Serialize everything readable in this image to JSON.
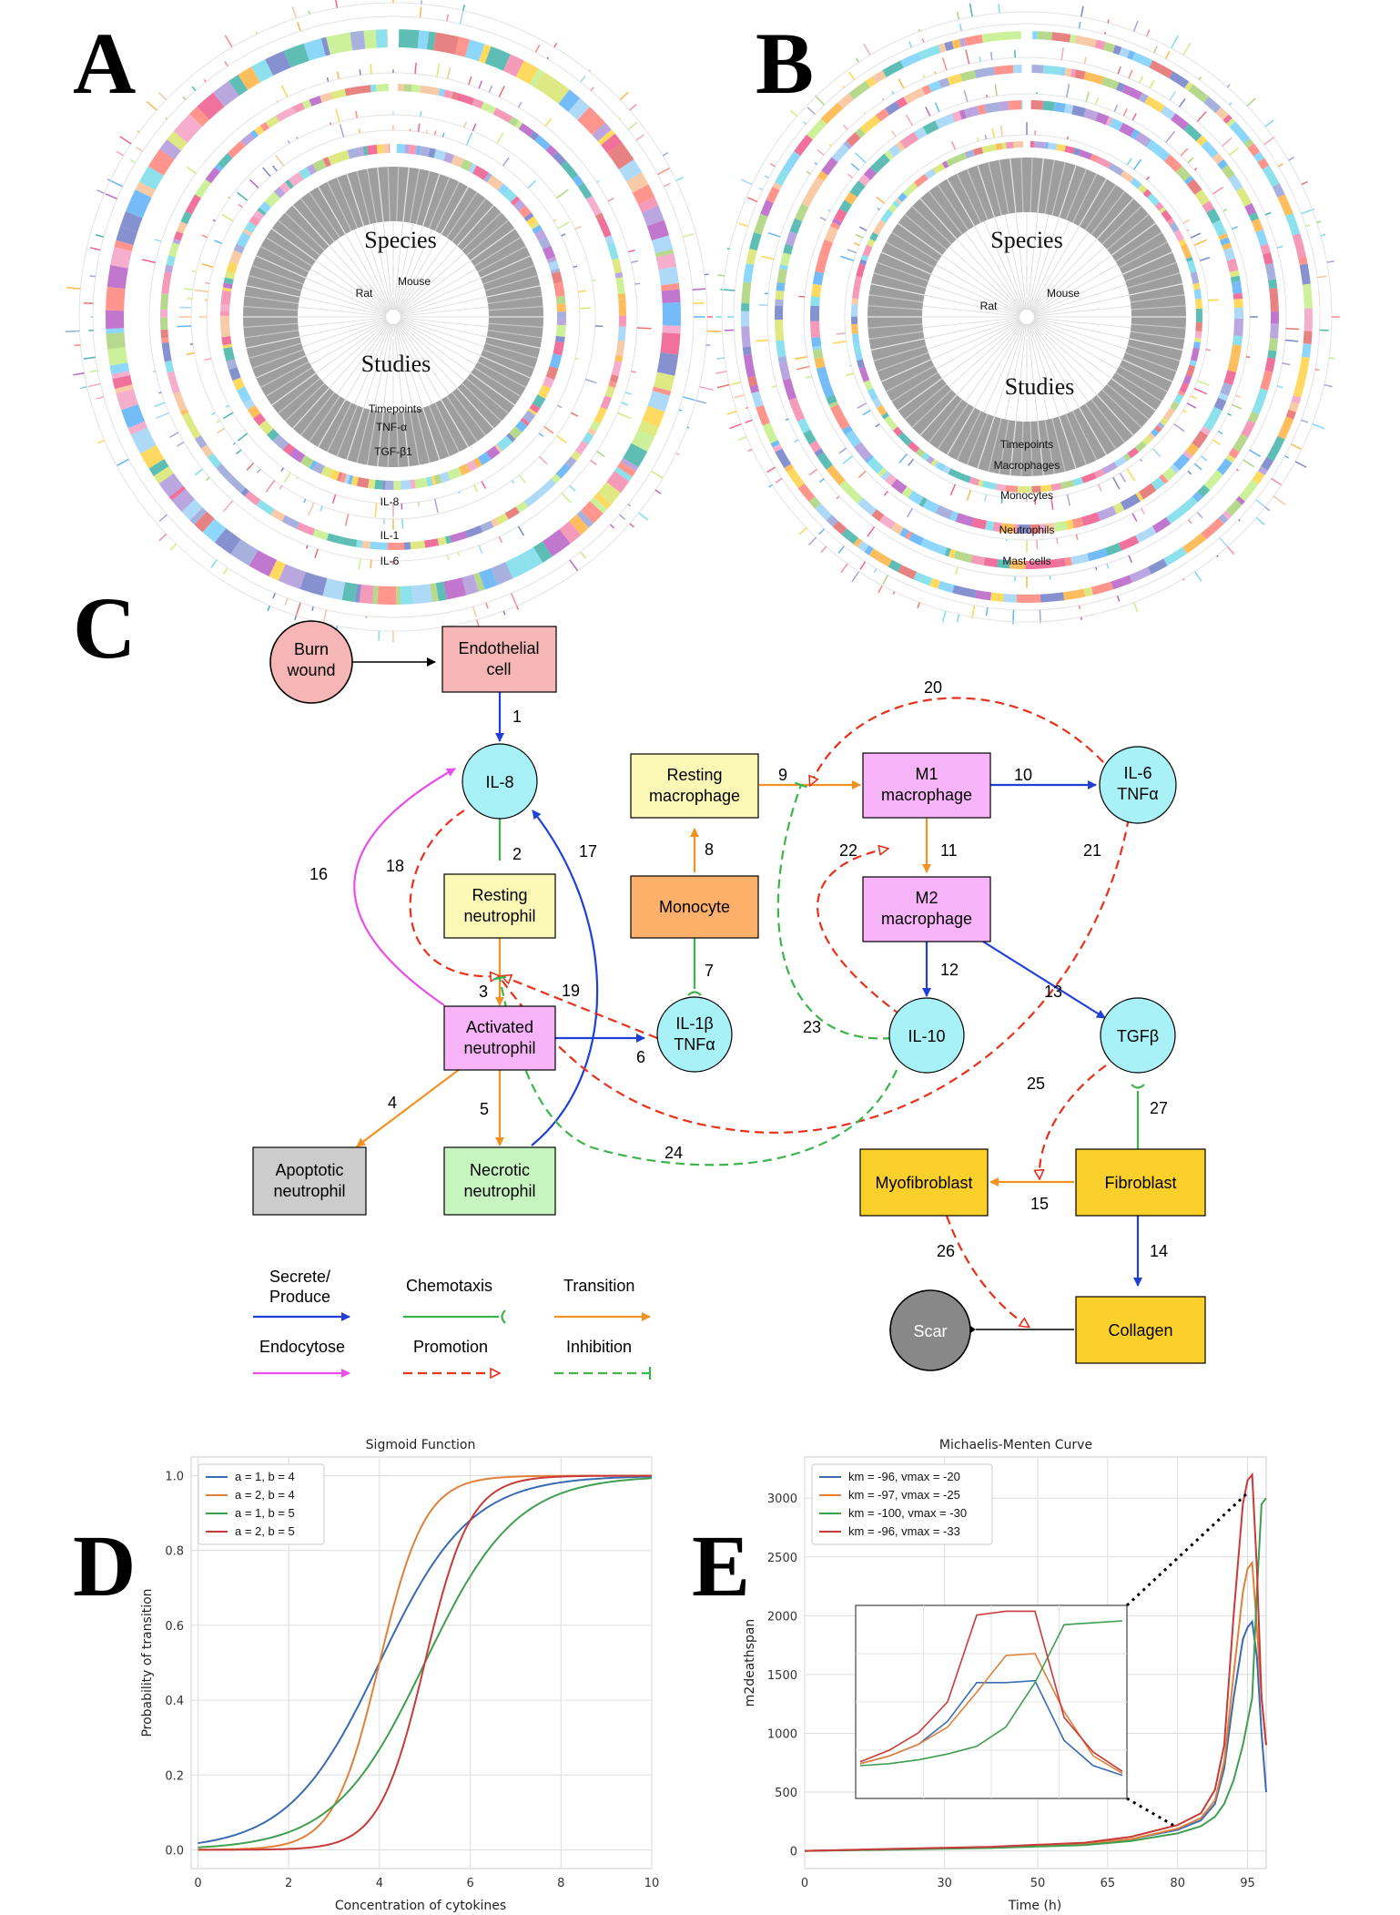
{
  "panels": {
    "A": "A",
    "B": "B",
    "C": "C",
    "D": "D",
    "E": "E"
  },
  "circos_a": {
    "inner": [
      "Species",
      "Rat",
      "Mouse",
      "Studies"
    ],
    "rings": [
      "Timepoints",
      "TNF-α",
      "TGF-β1",
      "IL-8",
      "IL-1",
      "IL-6"
    ]
  },
  "circos_b": {
    "inner": [
      "Species",
      "Rat",
      "Mouse",
      "Studies"
    ],
    "rings": [
      "Timepoints",
      "Macrophages",
      "Monocytes",
      "Neutrophils",
      "Mast cells"
    ]
  },
  "network": {
    "nodes": {
      "burn": [
        "Burn",
        "wound"
      ],
      "endo": [
        "Endothelial",
        "cell"
      ],
      "il8": [
        "IL-8"
      ],
      "rneut": [
        "Resting",
        "neutrophil"
      ],
      "aneut": [
        "Activated",
        "neutrophil"
      ],
      "apop": [
        "Apoptotic",
        "neutrophil"
      ],
      "necr": [
        "Necrotic",
        "neutrophil"
      ],
      "il1b": [
        "IL-1β",
        "TNFα"
      ],
      "mono": [
        "Monocyte"
      ],
      "rmac": [
        "Resting",
        "macrophage"
      ],
      "m1": [
        "M1",
        "macrophage"
      ],
      "m2": [
        "M2",
        "macrophage"
      ],
      "il6": [
        "IL-6",
        "TNFα"
      ],
      "il10": [
        "IL-10"
      ],
      "tgfb": [
        "TGFβ"
      ],
      "myof": [
        "Myofibroblast"
      ],
      "fibro": [
        "Fibroblast"
      ],
      "coll": [
        "Collagen"
      ],
      "scar": [
        "Scar"
      ]
    },
    "edge_labels": [
      "1",
      "2",
      "3",
      "4",
      "5",
      "6",
      "7",
      "8",
      "9",
      "10",
      "11",
      "12",
      "13",
      "14",
      "15",
      "16",
      "17",
      "18",
      "19",
      "20",
      "21",
      "22",
      "23",
      "24",
      "25",
      "26",
      "27"
    ],
    "legend": {
      "secrete": [
        "Secrete/",
        "Produce"
      ],
      "chemotaxis": "Chemotaxis",
      "transition": "Transition",
      "endocytose": "Endocytose",
      "promotion": "Promotion",
      "inhibition": "Inhibition"
    },
    "colors": {
      "secrete": "#1f3fd6",
      "chemotaxis": "#3cb44b",
      "transition": "#f39222",
      "endocytose": "#e84fe8",
      "promotion": "#e8301a",
      "inhibition": "#3cb44b"
    }
  },
  "chart_data": [
    {
      "type": "line",
      "title": "Sigmoid Function",
      "xlabel": "Concentration of cytokines",
      "ylabel": "Probability of transition",
      "xlim": [
        0,
        10
      ],
      "ylim": [
        0,
        1
      ],
      "xticks": [
        "0",
        "2",
        "4",
        "6",
        "8",
        "10"
      ],
      "yticks": [
        "0.0",
        "0.2",
        "0.4",
        "0.6",
        "0.8",
        "1.0"
      ],
      "legend_position": "upper-left",
      "series": [
        {
          "name": "a = 1, b = 4",
          "a": 1,
          "b": 4,
          "color": "#3a6bb0"
        },
        {
          "name": "a = 2, b = 4",
          "a": 2,
          "b": 4,
          "color": "#e0813b"
        },
        {
          "name": "a = 1, b = 5",
          "a": 1,
          "b": 5,
          "color": "#3f9e4f"
        },
        {
          "name": "a = 2, b = 5",
          "a": 2,
          "b": 5,
          "color": "#c83a3a"
        }
      ]
    },
    {
      "type": "line",
      "title": "Michaelis-Menten Curve",
      "xlabel": "Time (h)",
      "ylabel": "m2deathspan",
      "ylim": [
        0,
        3200
      ],
      "xticks": [
        "0",
        "30",
        "50",
        "65",
        "80",
        "95"
      ],
      "yticks": [
        "0",
        "500",
        "1000",
        "1500",
        "2000",
        "2500",
        "3000"
      ],
      "legend_position": "upper-left",
      "series": [
        {
          "name": "km = -96, vmax = -20",
          "color": "#3a6bb0",
          "x": [
            0,
            20,
            40,
            60,
            70,
            80,
            85,
            88,
            90,
            92,
            94,
            95,
            96,
            97,
            98,
            99
          ],
          "y": [
            0,
            15,
            30,
            60,
            100,
            180,
            260,
            400,
            700,
            1300,
            1800,
            1900,
            1950,
            1650,
            1000,
            500
          ]
        },
        {
          "name": "km = -97, vmax = -25",
          "color": "#e0813b",
          "x": [
            0,
            20,
            40,
            60,
            70,
            80,
            85,
            88,
            90,
            92,
            94,
            95,
            96,
            97,
            98,
            99
          ],
          "y": [
            0,
            15,
            30,
            60,
            100,
            190,
            280,
            430,
            760,
            1500,
            2200,
            2400,
            2450,
            1900,
            1300,
            900
          ]
        },
        {
          "name": "km = -100, vmax = -30",
          "color": "#3f9e4f",
          "x": [
            0,
            20,
            40,
            60,
            70,
            80,
            85,
            88,
            90,
            92,
            94,
            95,
            96,
            97,
            98,
            99
          ],
          "y": [
            0,
            12,
            25,
            50,
            85,
            150,
            210,
            290,
            400,
            600,
            900,
            1100,
            1300,
            2200,
            2950,
            3000
          ]
        },
        {
          "name": "km = -96, vmax = -33",
          "color": "#c83a3a",
          "x": [
            0,
            20,
            40,
            60,
            70,
            80,
            85,
            88,
            90,
            92,
            94,
            95,
            96,
            97,
            98,
            99
          ],
          "y": [
            0,
            18,
            35,
            70,
            120,
            220,
            320,
            520,
            900,
            2000,
            2950,
            3150,
            3200,
            2400,
            1300,
            900
          ]
        }
      ]
    }
  ]
}
